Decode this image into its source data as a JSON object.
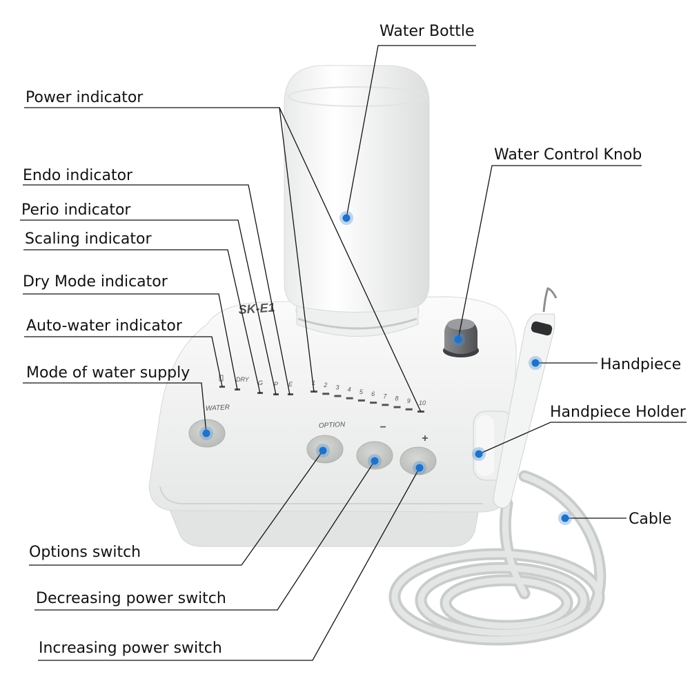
{
  "device": {
    "model": "SK-E1",
    "water_label": "WATER",
    "option_label": "OPTION",
    "minus_label": "−",
    "plus_label": "+",
    "mode_indicator_labels": [
      "DRY",
      "G",
      "P",
      "E"
    ],
    "power_levels": [
      "1",
      "2",
      "3",
      "4",
      "5",
      "6",
      "7",
      "8",
      "9",
      "10"
    ]
  },
  "labels": {
    "water_bottle": "Water Bottle",
    "power_indicator": "Power indicator",
    "water_control_knob": "Water Control Knob",
    "endo_indicator": "Endo indicator",
    "perio_indicator": "Perio indicator",
    "scaling_indicator": "Scaling indicator",
    "dry_mode_indicator": "Dry Mode indicator",
    "auto_water_indicator": "Auto-water indicator",
    "mode_of_water_supply": "Mode of water supply",
    "handpiece": "Handpiece",
    "handpiece_holder": "Handpiece Holder",
    "cable": "Cable",
    "options_switch": "Options switch",
    "decreasing_power_switch": "Decreasing power switch",
    "increasing_power_switch": "Increasing power switch"
  },
  "colors": {
    "marker": "#1e73c8",
    "device_body": "#f1f2f2",
    "button": "#c9ccc9",
    "knob": "#6f7175"
  }
}
